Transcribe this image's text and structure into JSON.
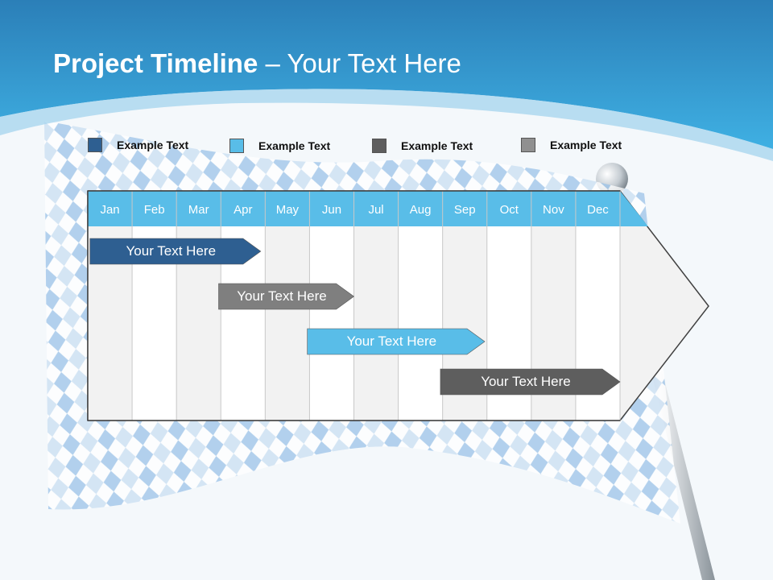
{
  "title": {
    "bold": "Project Timeline",
    "rest": " – Your Text Here"
  },
  "legend": [
    {
      "label": "Example Text",
      "color": "#2e5f91"
    },
    {
      "label": "Example Text",
      "color": "#59bde8"
    },
    {
      "label": "Example Text",
      "color": "#5e5e5e"
    },
    {
      "label": "Example Text",
      "color": "#909090"
    }
  ],
  "months": [
    "Jan",
    "Feb",
    "Mar",
    "Apr",
    "May",
    "Jun",
    "Jul",
    "Aug",
    "Sep",
    "Oct",
    "Nov",
    "Dec"
  ],
  "tasks": [
    {
      "label": "Your  Text Here",
      "start_month": 0.05,
      "end_month": 3.9,
      "color": "#2e5f91",
      "text_color": "#ffffff"
    },
    {
      "label": "Your  Text Here",
      "start_month": 2.95,
      "end_month": 6.0,
      "color": "#7f7f7f",
      "text_color": "#ffffff"
    },
    {
      "label": "Your  Text Here",
      "start_month": 4.95,
      "end_month": 8.95,
      "color": "#59bde8",
      "text_color": "#ffffff"
    },
    {
      "label": "Your  Text Here",
      "start_month": 7.95,
      "end_month": 12.0,
      "color": "#5e5e5e",
      "text_color": "#ffffff"
    }
  ],
  "colors": {
    "header_blue": "#2a8ecf",
    "month_header": "#59bde8",
    "column_light": "#f2f2f2",
    "column_white": "#ffffff"
  }
}
